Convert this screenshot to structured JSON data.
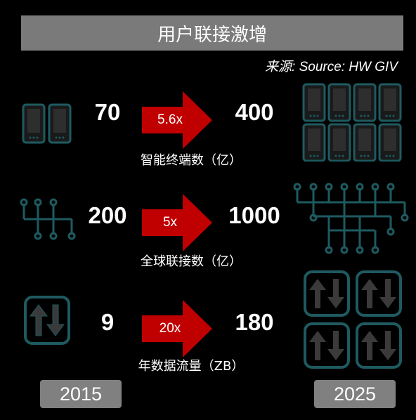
{
  "title": "用户联接激增",
  "source": "来源: Source: HW GIV",
  "rows": [
    {
      "from": "70",
      "multiplier": "5.6x",
      "to": "400",
      "caption": "智能终端数（亿）"
    },
    {
      "from": "200",
      "multiplier": "5x",
      "to": "1000",
      "caption": "全球联接数（亿）"
    },
    {
      "from": "9",
      "multiplier": "20x",
      "to": "180",
      "caption": "年数据流量（ZB）"
    }
  ],
  "years": {
    "start": "2015",
    "end": "2025"
  },
  "colors": {
    "arrow": "#c00000",
    "icon_stroke": "#1e5a60",
    "icon_fill": "#2a2a2a",
    "title_bg": "#7a7a7a",
    "year_bg": "#808080"
  },
  "icons": {
    "row1": "phone-icon",
    "row2": "network-icon",
    "row3": "data-exchange-icon"
  }
}
